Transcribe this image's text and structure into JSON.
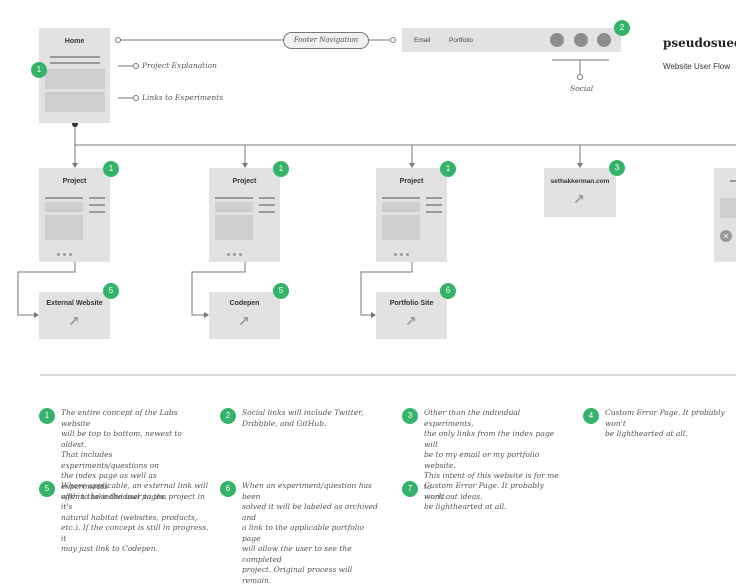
{
  "brand": {
    "title": "pseudosued",
    "subtitle": "Website User Flow"
  },
  "home": {
    "title": "Home"
  },
  "annotations": {
    "project_explanation": "Project Explanation",
    "links_to_experiments": "Links to Experiments",
    "footer_navigation": "Footer Navigation",
    "social": "Social"
  },
  "footer_nav": {
    "email": "Email",
    "portfolio": "Portfolio"
  },
  "projects": [
    {
      "title": "Project",
      "badge": "1",
      "target": "External Website",
      "target_badge": "5"
    },
    {
      "title": "Project",
      "badge": "1",
      "target": "Codepen",
      "target_badge": "5"
    },
    {
      "title": "Project",
      "badge": "1",
      "target": "Portfolio Site",
      "target_badge": "6"
    }
  ],
  "external_site": {
    "title": "sethakkerman.com",
    "badge": "3"
  },
  "badges": {
    "home": "1",
    "footer": "2"
  },
  "notes": [
    {
      "num": "1",
      "text": "The entire concept of the Labs website\nwill be top to bottom, newest to oldest.\nThat includes experiments/questions on\nthe index page as well as experiments\nwithin the individual pages."
    },
    {
      "num": "2",
      "text": "Social links will include Twitter,\nDribbble, and GitHub."
    },
    {
      "num": "3",
      "text": "Other than the individual experiments,\nthe only links from the index page will\nbe to my email or my portfolio website.\nThis intent of this website is for me to\nwork out ideas."
    },
    {
      "num": "4",
      "text": "Custom Error Page. It probably won't\nbe lighthearted at all."
    },
    {
      "num": "5",
      "text": "Where applicable, an external link will\noffer to take the user to the project in it's\nnatural habitat (websites, products,\netc.). If the concept is still in progress, it\nmay just link to Codepen."
    },
    {
      "num": "6",
      "text": "When an experiment/question has been\nsolved it will be labeled as archived and\na link to the applicable portfolio page\nwill allow the user to see the completed\nproject. Original process will remain."
    },
    {
      "num": "7",
      "text": "Custom Error Page. It probably won't\nbe lighthearted at all."
    }
  ],
  "colors": {
    "badge": "#35b36b",
    "card": "#e2e2e2",
    "placeholder": "#cfcfcf",
    "line": "#777777"
  }
}
